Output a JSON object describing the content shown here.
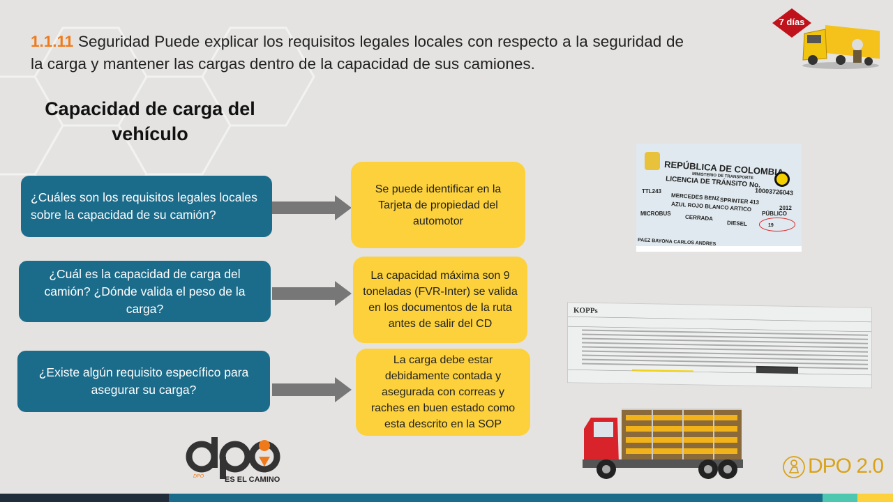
{
  "header": {
    "number": "1.1.11",
    "text": " Seguridad  Puede explicar los requisitos legales locales con respecto a la seguridad  de la carga y mantener las cargas dentro de la capacidad de sus camiones."
  },
  "badge": {
    "label": "7 días"
  },
  "section_title": "Capacidad de carga del vehículo",
  "questions": [
    "¿Cuáles son los requisitos legales locales sobre la capacidad de su camión?",
    "¿Cuál es la capacidad de carga del camión? ¿Dónde valida el peso de la carga?",
    "¿Existe algún requisito específico para asegurar su carga?"
  ],
  "answers": [
    "Se puede identificar  en la Tarjeta de propiedad del automotor",
    "La capacidad máxima  son 9 toneladas (FVR-Inter) se valida en los documentos de la ruta antes de salir del CD",
    "La carga debe estar debidamente contada y asegurada con correas y raches en buen estado como esta descrito en la SOP"
  ],
  "license_card": {
    "country": "REPÚBLICA DE COLOMBIA",
    "ministry": "MINISTERIO DE TRANSPORTE",
    "title": "LICENCIA DE TRÁNSITO No.",
    "number": "10003726043",
    "plate": "TTL243",
    "brand": "MERCEDES BENZ",
    "line": "SPRINTER 413",
    "color": "AZUL ROJO BLANCO ARTICO",
    "class": "MICROBUS",
    "body": "CERRADA",
    "fuel": "DIESEL",
    "model": "2012",
    "service": "PÚBLICO",
    "capacity": "19",
    "owner": "PAEZ BAYONA CARLOS ANDRES"
  },
  "logos": {
    "dpo_tagline": "ES EL CAMINO",
    "dpo2": "DPO 2.0"
  },
  "colors": {
    "blue": "#1b6b8a",
    "yellow": "#fcd13c",
    "orange": "#f07a1a",
    "red": "#c0121b"
  }
}
